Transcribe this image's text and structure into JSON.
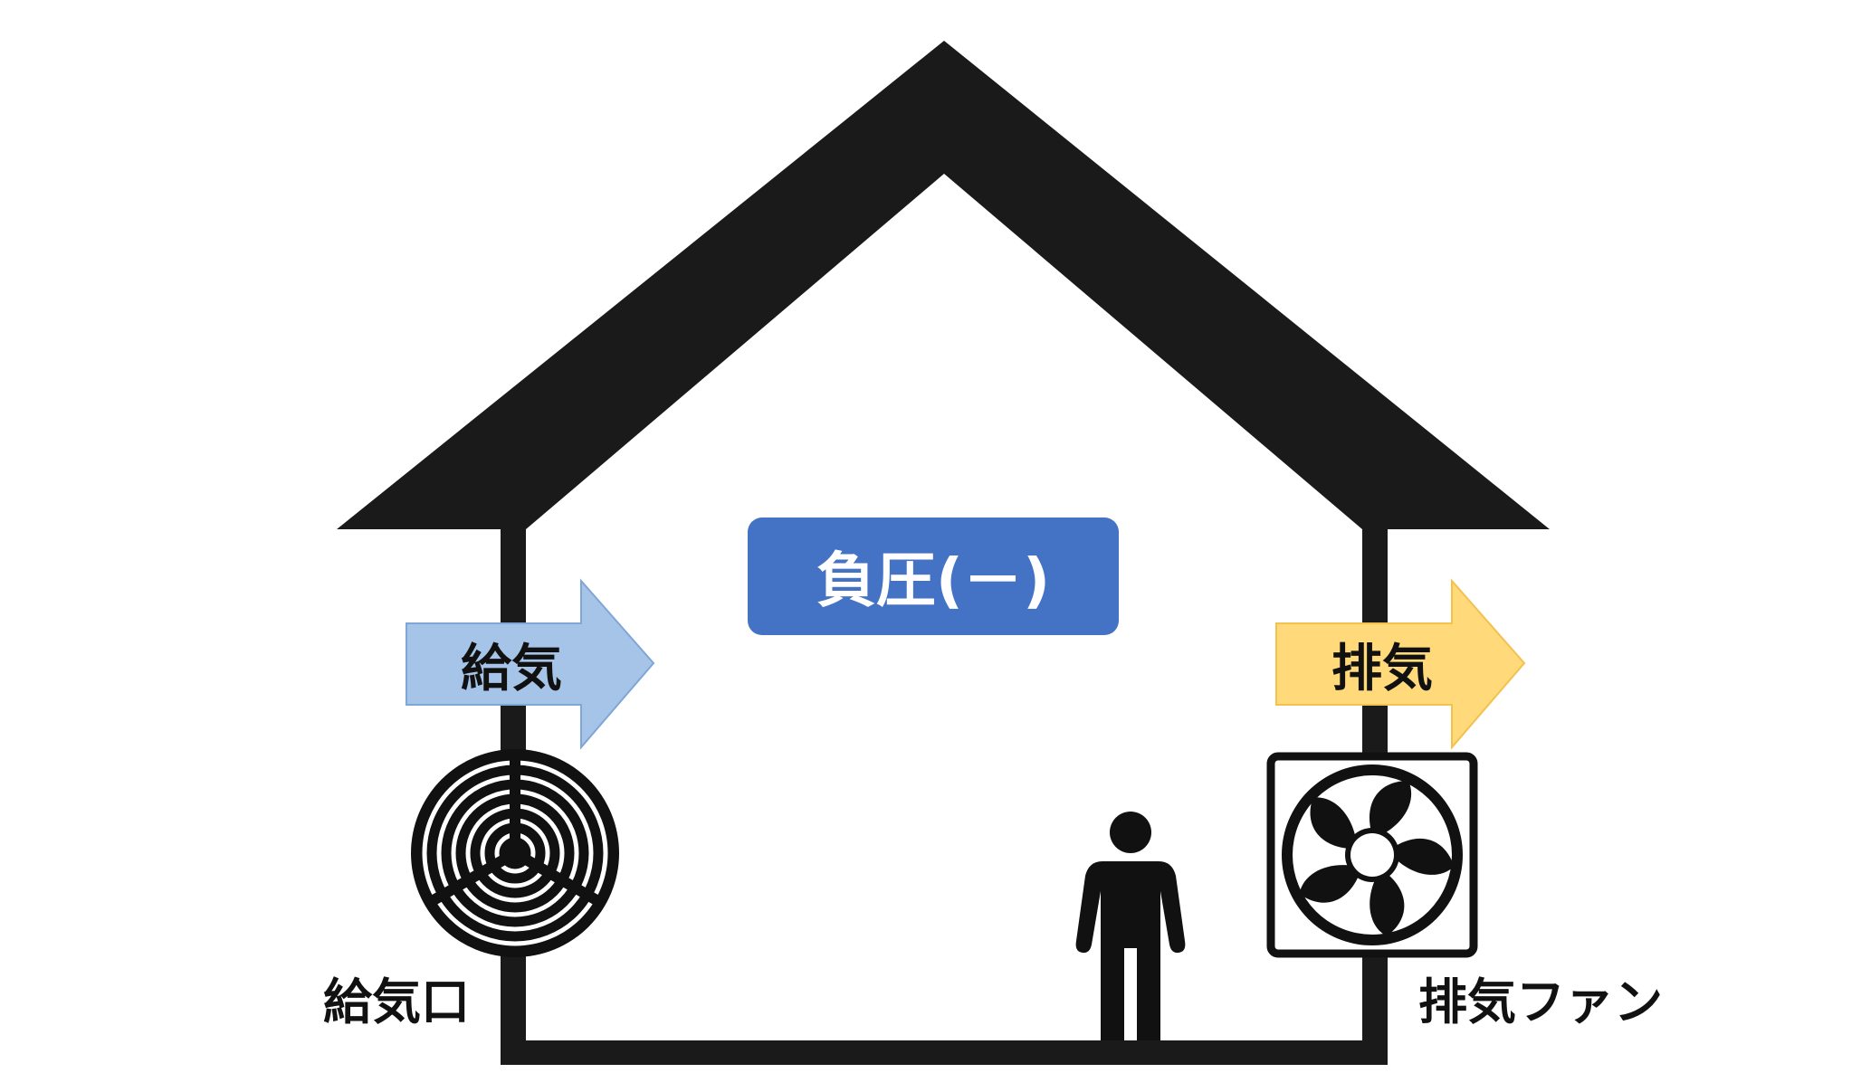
{
  "diagram": {
    "pressure_box": {
      "label": "負圧(－)",
      "color": "#4472C4",
      "text_color": "#ffffff"
    },
    "supply_arrow": {
      "label": "給気",
      "fill": "#A6C4E7",
      "stroke": "#7EA6D6"
    },
    "exhaust_arrow": {
      "label": "排気",
      "fill": "#FFD97A",
      "stroke": "#F2C14E"
    },
    "supply_vent": {
      "label": "給気口",
      "icon": "circular-vent-icon"
    },
    "exhaust_fan": {
      "label": "排気ファン",
      "icon": "exhaust-fan-icon"
    },
    "person": {
      "icon": "person-icon"
    },
    "house": {
      "icon": "house-outline",
      "color": "#111111"
    }
  }
}
